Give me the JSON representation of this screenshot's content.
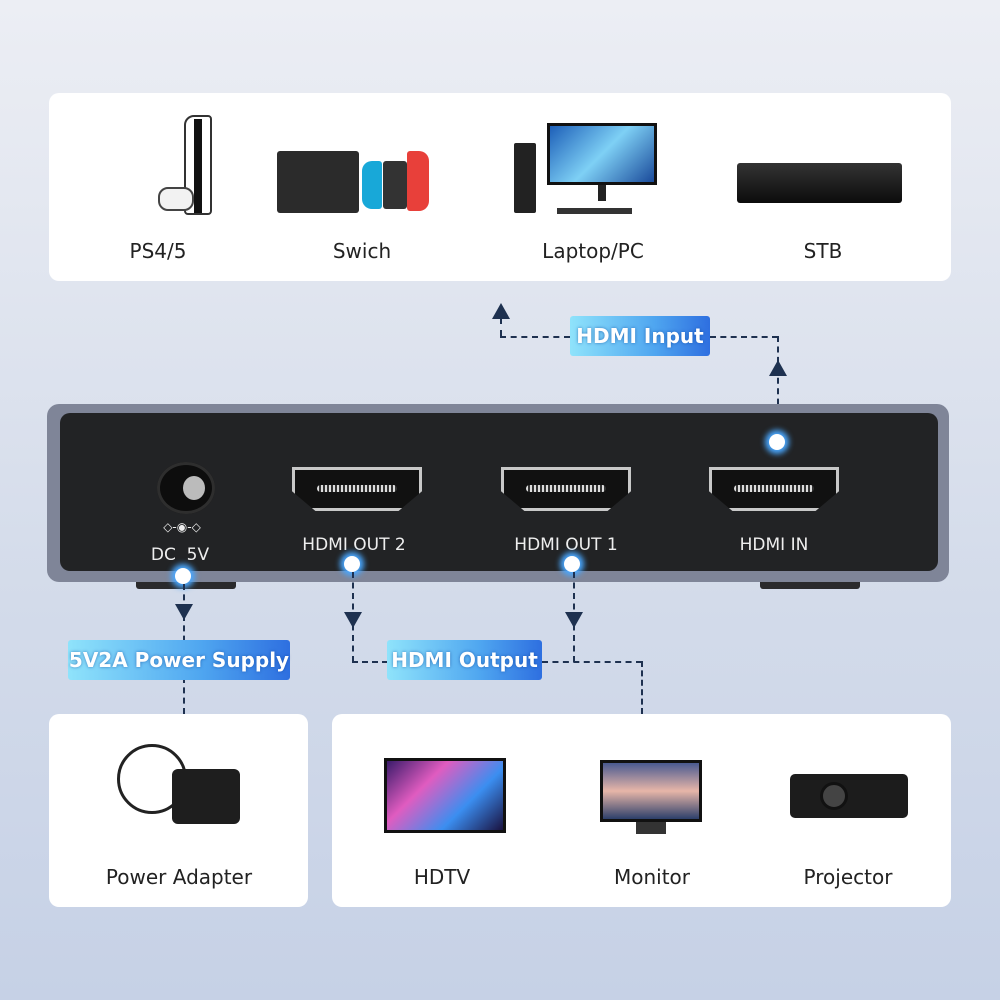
{
  "sources": {
    "items": [
      {
        "label": "PS4/5",
        "icon": "game-console-icon"
      },
      {
        "label": "Swich",
        "icon": "handheld-console-icon"
      },
      {
        "label": "Laptop/PC",
        "icon": "desktop-pc-icon"
      },
      {
        "label": "STB",
        "icon": "set-top-box-icon"
      }
    ]
  },
  "tags": {
    "input": "HDMI Input",
    "output": "HDMI Output",
    "power": "5V2A Power Supply"
  },
  "device": {
    "dc_label": "DC  5V",
    "out2": "HDMI OUT 2",
    "out1": "HDMI OUT 1",
    "in": "HDMI IN"
  },
  "power": {
    "label": "Power Adapter",
    "icon": "power-adapter-icon"
  },
  "displays": {
    "items": [
      {
        "label": "HDTV",
        "icon": "tv-icon"
      },
      {
        "label": "Monitor",
        "icon": "monitor-icon"
      },
      {
        "label": "Projector",
        "icon": "projector-icon"
      }
    ]
  },
  "colors": {
    "connector": "#1e3150",
    "tag_start": "#8fe3fb",
    "tag_end": "#2e6fe0",
    "device_body": "#222325"
  }
}
